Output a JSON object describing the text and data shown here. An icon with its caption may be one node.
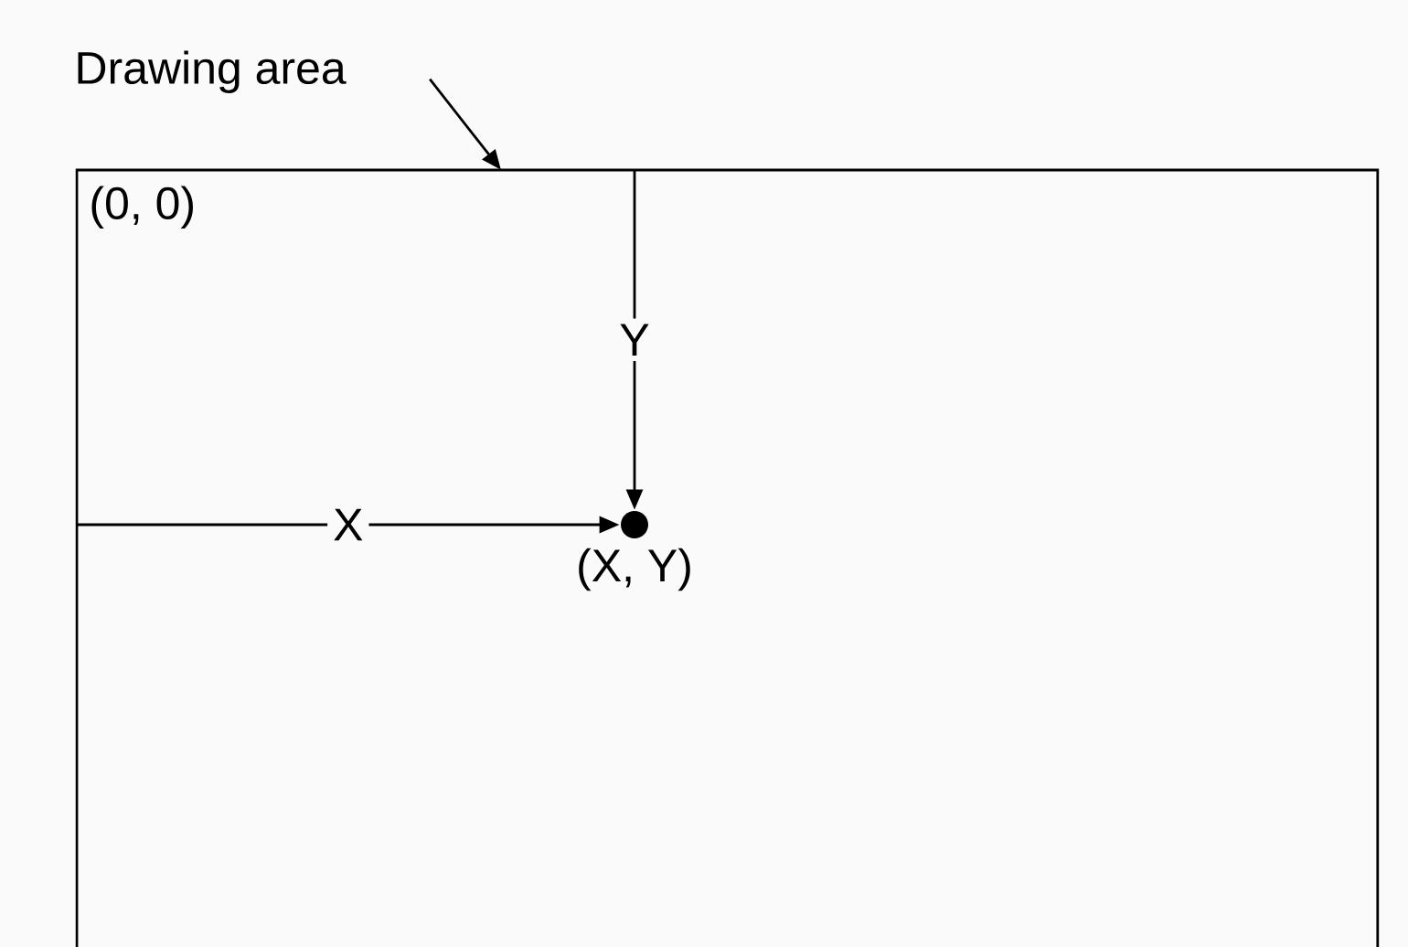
{
  "diagram": {
    "nodes": [
      {
        "text": [
          "Drawing area"
        ]
      },
      {
        "text": [
          "(0, 0)"
        ]
      },
      {
        "text": [],
        "shape": "circle",
        "in": 1,
        "beside": [
          "(X, Y)"
        ]
      }
    ],
    "edges": [
      {
        "from": 0,
        "to": 1,
        "arrow": "to"
      },
      {
        "from": 1,
        "to": 2,
        "arrow": "to",
        "label": "X"
      },
      {
        "from": 1,
        "to": 2,
        "arrow": "to",
        "label": "Y"
      }
    ]
  }
}
